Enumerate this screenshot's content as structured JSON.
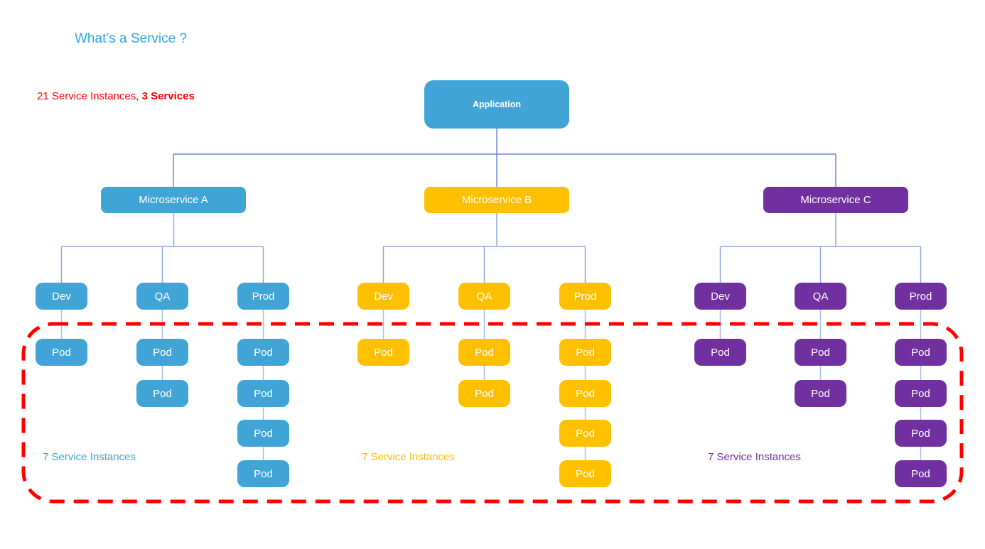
{
  "header": {
    "title": "What’s a Service ?",
    "summary_prefix": "21 Service Instances, ",
    "summary_bold": "3 Services"
  },
  "colors": {
    "title_blue": "#29A9E0",
    "summary_red": "#FF0000",
    "service_blue": "#41A4D6",
    "service_gold": "#FFC000",
    "service_purple": "#7030A0",
    "group_outline_red": "#FF0000",
    "connector_level1": "#7287D5",
    "connector_level2": "#8FAADC",
    "connector_pod": "#A3C2E8"
  },
  "tree": {
    "root": {
      "label": "Application"
    },
    "microservices": [
      {
        "label": "Microservice A",
        "color": "#41A4D6",
        "instances_caption": "7 Service Instances",
        "envs": [
          {
            "label": "Dev",
            "pods": [
              "Pod"
            ]
          },
          {
            "label": "QA",
            "pods": [
              "Pod",
              "Pod"
            ]
          },
          {
            "label": "Prod",
            "pods": [
              "Pod",
              "Pod",
              "Pod",
              "Pod"
            ]
          }
        ]
      },
      {
        "label": "Microservice B",
        "color": "#FFC000",
        "instances_caption": "7 Service Instances",
        "envs": [
          {
            "label": "Dev",
            "pods": [
              "Pod"
            ]
          },
          {
            "label": "QA",
            "pods": [
              "Pod",
              "Pod"
            ]
          },
          {
            "label": "Prod",
            "pods": [
              "Pod",
              "Pod",
              "Pod",
              "Pod"
            ]
          }
        ]
      },
      {
        "label": "Microservice C",
        "color": "#7030A0",
        "instances_caption": "7 Service Instances",
        "envs": [
          {
            "label": "Dev",
            "pods": [
              "Pod"
            ]
          },
          {
            "label": "QA",
            "pods": [
              "Pod",
              "Pod"
            ]
          },
          {
            "label": "Prod",
            "pods": [
              "Pod",
              "Pod",
              "Pod",
              "Pod"
            ]
          }
        ]
      }
    ]
  }
}
